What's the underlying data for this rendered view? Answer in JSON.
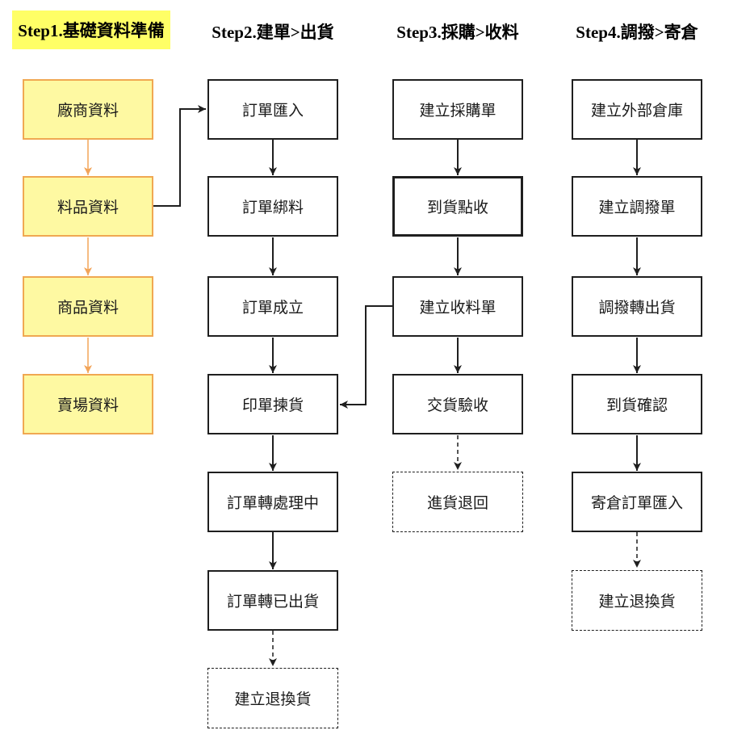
{
  "colors": {
    "yellow_fill": "#FEF9A2",
    "yellow_border": "#F0A852",
    "highlight": "#FFFF66",
    "line_black": "#1F1F1F",
    "line_orange": "#F2A458"
  },
  "columns": [
    {
      "header": "Step1.基礎資料準備",
      "header_highlighted": true,
      "boxes": [
        {
          "label": "廠商資料",
          "variant": "yellow"
        },
        {
          "label": "料品資料",
          "variant": "yellow"
        },
        {
          "label": "商品資料",
          "variant": "yellow"
        },
        {
          "label": "賣場資料",
          "variant": "yellow"
        }
      ]
    },
    {
      "header": "Step2.建單>出貨",
      "header_highlighted": false,
      "boxes": [
        {
          "label": "訂單匯入",
          "variant": "solid"
        },
        {
          "label": "訂單綁料",
          "variant": "solid"
        },
        {
          "label": "訂單成立",
          "variant": "solid"
        },
        {
          "label": "印單揀貨",
          "variant": "solid"
        },
        {
          "label": "訂單轉處理中",
          "variant": "solid"
        },
        {
          "label": "訂單轉已出貨",
          "variant": "solid"
        },
        {
          "label": "建立退換貨",
          "variant": "dashed"
        }
      ]
    },
    {
      "header": "Step3.採購>收料",
      "header_highlighted": false,
      "boxes": [
        {
          "label": "建立採購單",
          "variant": "solid"
        },
        {
          "label": "到貨點收",
          "variant": "bold"
        },
        {
          "label": "建立收料單",
          "variant": "solid"
        },
        {
          "label": "交貨驗收",
          "variant": "solid"
        },
        {
          "label": "進貨退回",
          "variant": "dashed"
        }
      ]
    },
    {
      "header": "Step4.調撥>寄倉",
      "header_highlighted": false,
      "boxes": [
        {
          "label": "建立外部倉庫",
          "variant": "solid"
        },
        {
          "label": "建立調撥單",
          "variant": "solid"
        },
        {
          "label": "調撥轉出貨",
          "variant": "solid"
        },
        {
          "label": "到貨確認",
          "variant": "solid"
        },
        {
          "label": "寄倉訂單匯入",
          "variant": "solid"
        },
        {
          "label": "建立退換貨",
          "variant": "dashed"
        }
      ]
    }
  ],
  "edges": [
    {
      "from": "廠商資料",
      "to": "料品資料",
      "style": "solid-orange"
    },
    {
      "from": "料品資料",
      "to": "商品資料",
      "style": "solid-orange"
    },
    {
      "from": "商品資料",
      "to": "賣場資料",
      "style": "solid-orange"
    },
    {
      "from": "料品資料",
      "to": "訂單匯入",
      "style": "solid-elbow"
    },
    {
      "from": "訂單匯入",
      "to": "訂單綁料",
      "style": "solid"
    },
    {
      "from": "訂單綁料",
      "to": "訂單成立",
      "style": "solid"
    },
    {
      "from": "訂單成立",
      "to": "印單揀貨",
      "style": "solid"
    },
    {
      "from": "印單揀貨",
      "to": "訂單轉處理中",
      "style": "solid"
    },
    {
      "from": "訂單轉處理中",
      "to": "訂單轉已出貨",
      "style": "solid"
    },
    {
      "from": "訂單轉已出貨",
      "to": "建立退換貨",
      "style": "dashed"
    },
    {
      "from": "建立採購單",
      "to": "到貨點收",
      "style": "solid"
    },
    {
      "from": "到貨點收",
      "to": "建立收料單",
      "style": "solid"
    },
    {
      "from": "建立收料單",
      "to": "交貨驗收",
      "style": "solid"
    },
    {
      "from": "交貨驗收",
      "to": "進貨退回",
      "style": "dashed"
    },
    {
      "from": "建立收料單",
      "to": "印單揀貨",
      "style": "solid-elbow"
    },
    {
      "from": "建立外部倉庫",
      "to": "建立調撥單",
      "style": "solid"
    },
    {
      "from": "建立調撥單",
      "to": "調撥轉出貨",
      "style": "solid"
    },
    {
      "from": "調撥轉出貨",
      "to": "到貨確認",
      "style": "solid"
    },
    {
      "from": "到貨確認",
      "to": "寄倉訂單匯入",
      "style": "solid"
    },
    {
      "from": "寄倉訂單匯入",
      "to": "建立退換貨",
      "style": "dashed"
    }
  ]
}
